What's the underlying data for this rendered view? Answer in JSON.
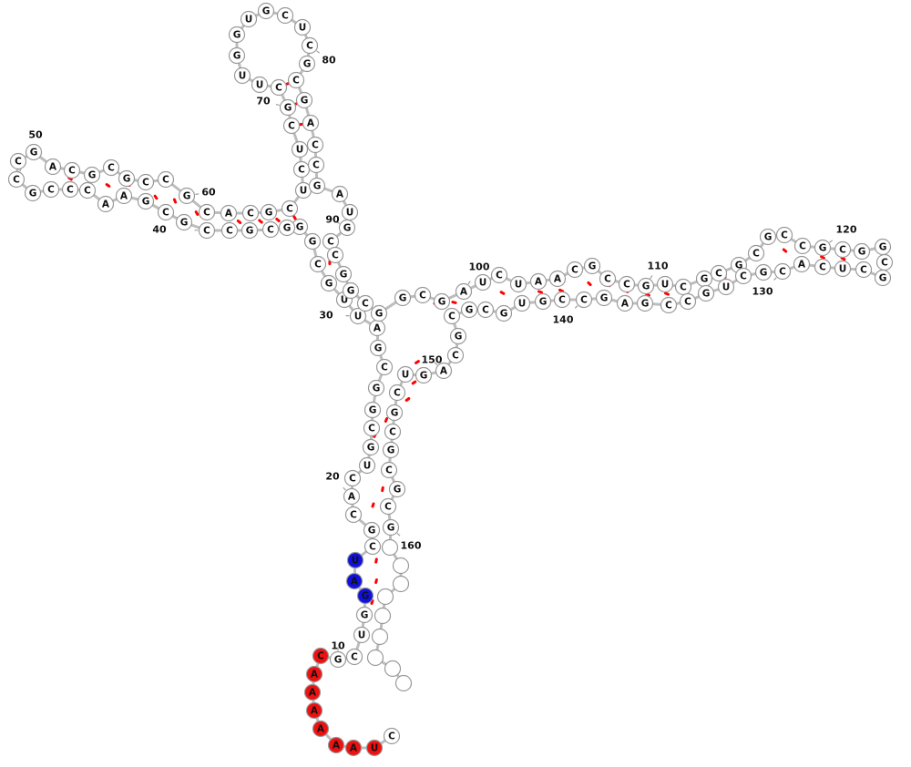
{
  "sequence": "CUAAAAAACGCUGGAUCGCACUGCGGCGAUUGCGGGCGCCGCGAACCCGCCGACGCGCCGCACGCUCUCGCUUGGUGCUCGCGACCGAUGCCGGCGGCGAUCUAACGCCGUCGCGCGCCGCGGCGCUCACGCUGCCGAGCCGUGCGCGCAGUCGCGCGCG",
  "numbers": [
    "10",
    "20",
    "30",
    "40",
    "50",
    "60",
    "70",
    "80",
    "90",
    "100",
    "110",
    "120",
    "130",
    "140",
    "150",
    "160"
  ],
  "highlight_colors": {
    "red": "#ee1111",
    "blue": "#1111dd",
    "default_fill": "#ffffff",
    "base_pair": "#ff0000",
    "backbone": "#bdbdbd"
  }
}
